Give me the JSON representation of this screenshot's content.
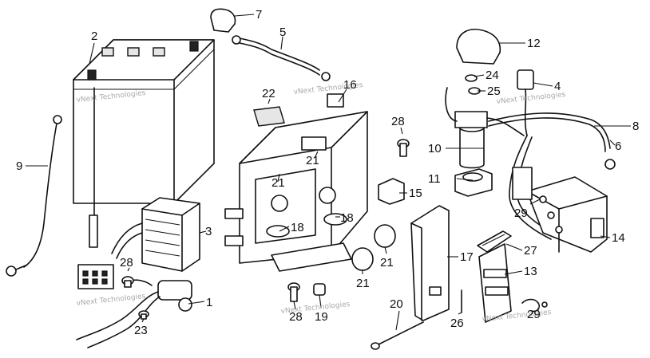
{
  "callouts": [
    "1",
    "2",
    "3",
    "4",
    "5",
    "6",
    "7",
    "8",
    "9",
    "10",
    "11",
    "12",
    "13",
    "14",
    "15",
    "16",
    "17",
    "18",
    "18",
    "19",
    "20",
    "21",
    "21",
    "21",
    "21",
    "22",
    "23",
    "24",
    "25",
    "26",
    "27",
    "28",
    "28",
    "28",
    "29",
    "29"
  ],
  "watermark": "vNext Technologies",
  "colors": {
    "ink": "#111111",
    "paper": "#ffffff",
    "watermark": "#9a9a9a"
  }
}
